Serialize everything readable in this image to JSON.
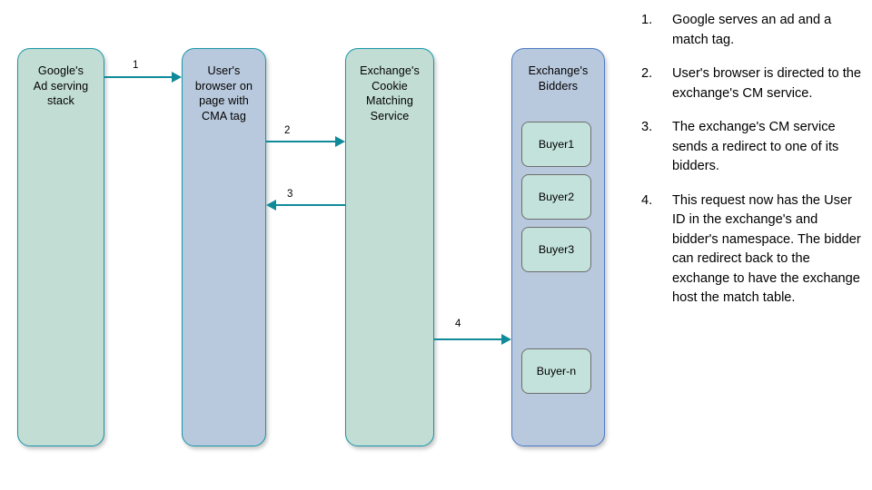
{
  "diagram": {
    "lanes": [
      {
        "id": "google-ad-serving-stack",
        "label": "Google's\nAd serving\nstack",
        "color": "#c2ddd4",
        "border": "#1796a8"
      },
      {
        "id": "user-browser",
        "label": "User's\nbrowser on\npage with\nCMA tag",
        "color": "#b9c9dd",
        "border": "#1796a8"
      },
      {
        "id": "exchange-cookie-matching-service",
        "label": "Exchange's\nCookie\nMatching\nService",
        "color": "#c2ddd4",
        "border": "#1796a8"
      },
      {
        "id": "exchange-bidders",
        "label": "Exchange's\nBidders",
        "color": "#b9c9dd",
        "border": "#4a79c7"
      }
    ],
    "buyers": [
      {
        "label": "Buyer1"
      },
      {
        "label": "Buyer2"
      },
      {
        "label": "Buyer3"
      },
      {
        "label": "Buyer-n"
      }
    ],
    "arrows": [
      {
        "label": "1",
        "from": "google-ad-serving-stack",
        "to": "user-browser",
        "direction": "right"
      },
      {
        "label": "2",
        "from": "user-browser",
        "to": "exchange-cookie-matching-service",
        "direction": "right"
      },
      {
        "label": "3",
        "from": "exchange-cookie-matching-service",
        "to": "user-browser",
        "direction": "left"
      },
      {
        "label": "4",
        "from": "exchange-cookie-matching-service",
        "to": "exchange-bidders",
        "direction": "right"
      }
    ],
    "arrow_color": "#108a99"
  },
  "steps": [
    {
      "number": "1.",
      "text": "Google serves an ad and a match tag."
    },
    {
      "number": "2.",
      "text": "User's browser is directed to the exchange's CM service."
    },
    {
      "number": "3.",
      "text": "The exchange's CM service sends a redirect to one of its bidders."
    },
    {
      "number": "4.",
      "text": "This request now has the User ID in the exchange's and bidder's namespace. The bidder can redirect back to the exchange to have the exchange host the match table."
    }
  ]
}
